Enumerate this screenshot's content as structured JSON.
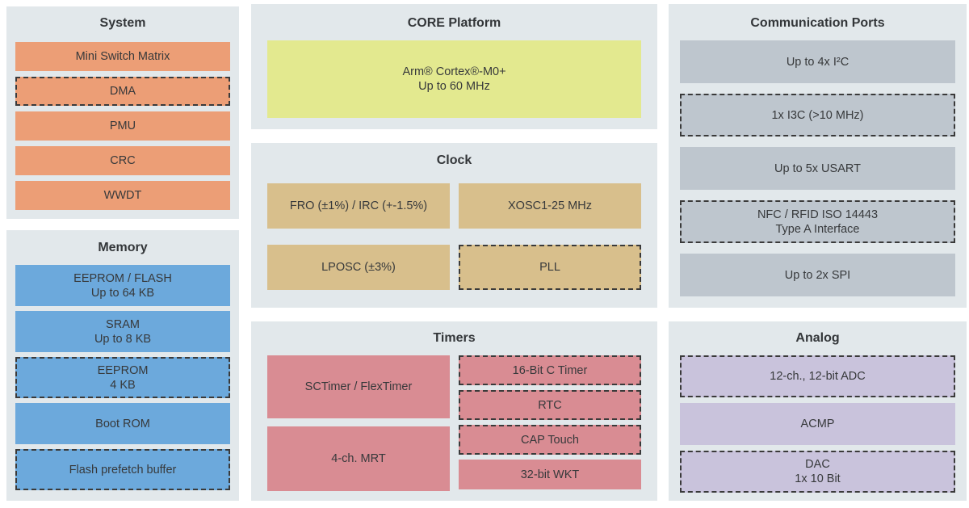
{
  "colors": {
    "page_bg": "#FFFFFF",
    "panel_bg": "#E2E8EB",
    "text": "#37393B",
    "dashed_border": "#3A3A3A",
    "system_block": "#EC9E76",
    "memory_block": "#6CA9DC",
    "core_block": "#E3E98F",
    "clock_block": "#D8BF8C",
    "timers_block": "#D98C93",
    "communication_block": "#BEC6CE",
    "analog_block": "#C9C3DC"
  },
  "panels": {
    "system": {
      "title": "System",
      "blocks": [
        {
          "label": "Mini Switch Matrix",
          "dashed": false
        },
        {
          "label": "DMA",
          "dashed": true
        },
        {
          "label": "PMU",
          "dashed": false
        },
        {
          "label": "CRC",
          "dashed": false
        },
        {
          "label": "WWDT",
          "dashed": false
        }
      ]
    },
    "memory": {
      "title": "Memory",
      "blocks": [
        {
          "label": "EEPROM / FLASH\nUp to 64 KB",
          "dashed": false
        },
        {
          "label": "SRAM\nUp to 8 KB",
          "dashed": false
        },
        {
          "label": "EEPROM\n4 KB",
          "dashed": true
        },
        {
          "label": "Boot ROM",
          "dashed": false
        },
        {
          "label": "Flash prefetch buffer",
          "dashed": true
        }
      ]
    },
    "core": {
      "title": "CORE Platform",
      "blocks": [
        {
          "label": "Arm® Cortex®-M0+\nUp to 60 MHz",
          "dashed": false
        }
      ]
    },
    "clock": {
      "title": "Clock",
      "blocks": [
        {
          "label": "FRO (±1%) / IRC (+-1.5%)",
          "dashed": false
        },
        {
          "label": "XOSC1-25 MHz",
          "dashed": false
        },
        {
          "label": "LPOSC (±3%)",
          "dashed": false
        },
        {
          "label": "PLL",
          "dashed": true
        }
      ]
    },
    "timers": {
      "title": "Timers",
      "left_blocks": [
        {
          "label": "SCTimer / FlexTimer",
          "dashed": false
        },
        {
          "label": "4-ch. MRT",
          "dashed": false
        }
      ],
      "right_blocks": [
        {
          "label": "16-Bit C Timer",
          "dashed": true
        },
        {
          "label": "RTC",
          "dashed": true
        },
        {
          "label": "CAP Touch",
          "dashed": true
        },
        {
          "label": "32-bit WKT",
          "dashed": false
        }
      ]
    },
    "communication": {
      "title": "Communication Ports",
      "blocks": [
        {
          "label": "Up to 4x I²C",
          "dashed": false
        },
        {
          "label": "1x I3C (>10 MHz)",
          "dashed": true
        },
        {
          "label": "Up to 5x USART",
          "dashed": false
        },
        {
          "label": "NFC / RFID ISO 14443\nType A Interface",
          "dashed": true
        },
        {
          "label": "Up to 2x SPI",
          "dashed": false
        }
      ]
    },
    "analog": {
      "title": "Analog",
      "blocks": [
        {
          "label": "12-ch., 12-bit ADC",
          "dashed": true
        },
        {
          "label": "ACMP",
          "dashed": false
        },
        {
          "label": "DAC\n1x 10 Bit",
          "dashed": true
        }
      ]
    }
  }
}
